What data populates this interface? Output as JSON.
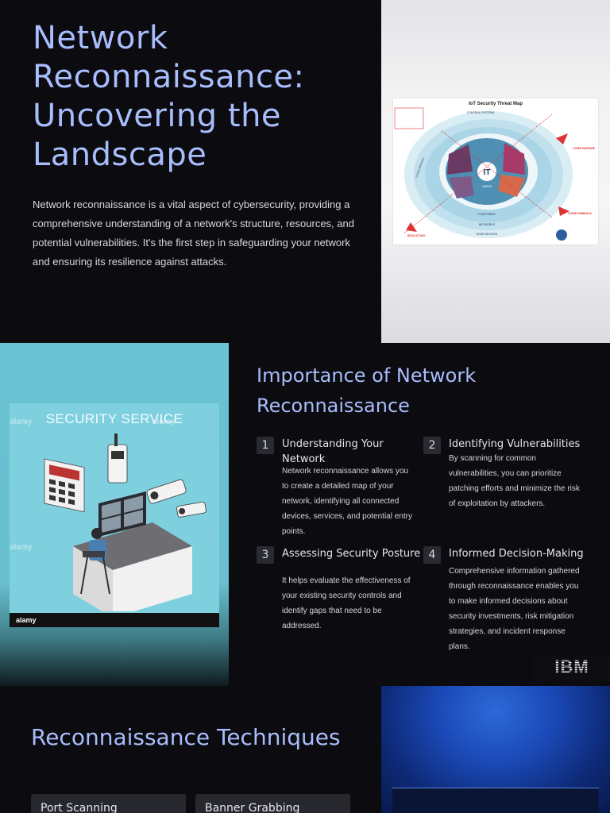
{
  "hero": {
    "title": "Network Reconnaissance: Uncovering the Landscape",
    "body": "Network reconnaissance is a vital aspect of cybersecurity, providing a comprehensive understanding of a network's structure, resources, and potential vulnerabilities. It's the first step in safeguarding your network and ensuring its resilience against attacks.",
    "image": {
      "title": "IoT Security Threat Map",
      "labels": [
        "CONTROL SYSTEMS",
        "USERS",
        "PLATFORMS",
        "NETWORKS",
        "EDGE DEVICES",
        "CLOUD SERVICES",
        "DDOS ATTACK",
        "CYBER WARFARE",
        "CYBER CRIMINALS"
      ]
    }
  },
  "security_image": {
    "title": "SECURITY SERVICE",
    "watermark": "alamy",
    "bar_text": "alamy"
  },
  "importance": {
    "title": "Importance of Network Reconnaissance",
    "items": [
      {
        "num": "1",
        "heading": "Understanding Your Network",
        "body": "Network reconnaissance allows you to create a detailed map of your network, identifying all connected devices, services, and potential entry points."
      },
      {
        "num": "2",
        "heading": "Identifying Vulnerabilities",
        "body": "By scanning for common vulnerabilities, you can prioritize patching efforts and minimize the risk of exploitation by attackers."
      },
      {
        "num": "3",
        "heading": "Assessing Security Posture",
        "body": "It helps evaluate the effectiveness of your existing security controls and identify gaps that need to be addressed."
      },
      {
        "num": "4",
        "heading": "Informed Decision-Making",
        "body": "Comprehensive information gathered through reconnaissance enables you to make informed decisions about security investments, risk mitigation strategies, and incident response plans."
      }
    ]
  },
  "logo": {
    "text": "IBM"
  },
  "techniques": {
    "title": "Reconnaissance Techniques",
    "items": [
      {
        "label": "Port Scanning"
      },
      {
        "label": "Banner Grabbing"
      }
    ]
  }
}
